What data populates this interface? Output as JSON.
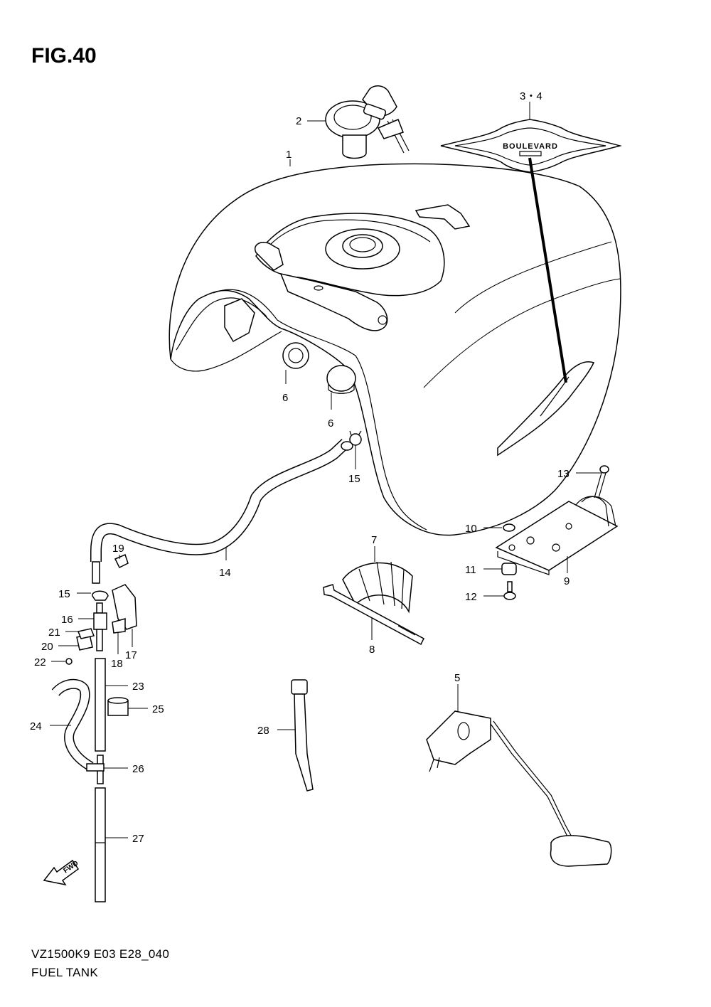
{
  "figure": {
    "title": "FIG.40",
    "model_code": "VZ1500K9 E03 E28_040",
    "name": "FUEL TANK"
  },
  "emblem_text": "BOULEVARD",
  "fwd_text": "FWD",
  "callouts": [
    "1",
    "2",
    "3・4",
    "5",
    "6",
    "6",
    "7",
    "8",
    "9",
    "10",
    "11",
    "12",
    "13",
    "14",
    "15",
    "15",
    "16",
    "17",
    "18",
    "19",
    "20",
    "21",
    "22",
    "23",
    "24",
    "25",
    "26",
    "27",
    "28"
  ]
}
